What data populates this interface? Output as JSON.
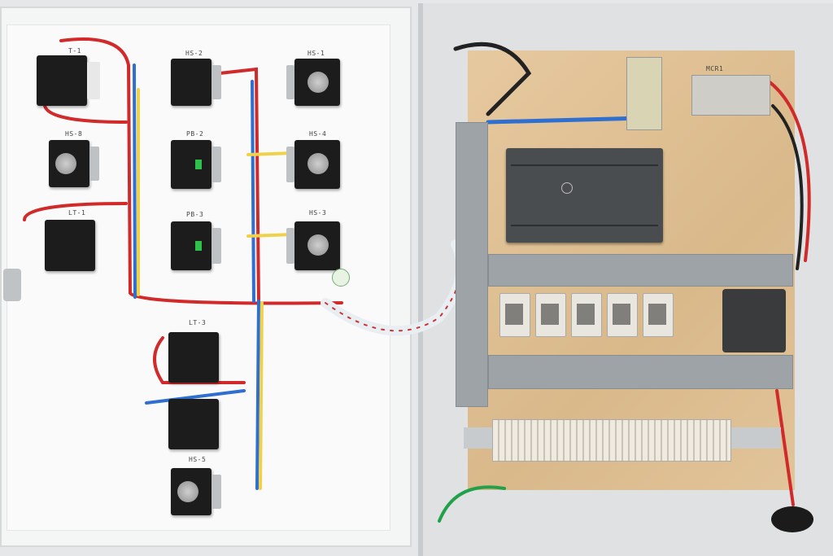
{
  "door_labels": {
    "t1": "T-1",
    "hs2": "HS-2",
    "hs1": "HS-1",
    "hs8": "HS-8",
    "pb2": "PB-2",
    "hs4": "HS-4",
    "lt1": "LT-1",
    "pb3": "PB-3",
    "hs3": "HS-3",
    "lt3": "LT-3",
    "hs5": "HS-5"
  },
  "panel_labels": {
    "mcr1": "MCR1"
  },
  "colors": {
    "wire_red": "#d12a2a",
    "wire_blue": "#2f6fd0",
    "wire_yellow": "#f0d24a",
    "backplate": "#ddbd8f",
    "duct": "#9ea3a8"
  }
}
